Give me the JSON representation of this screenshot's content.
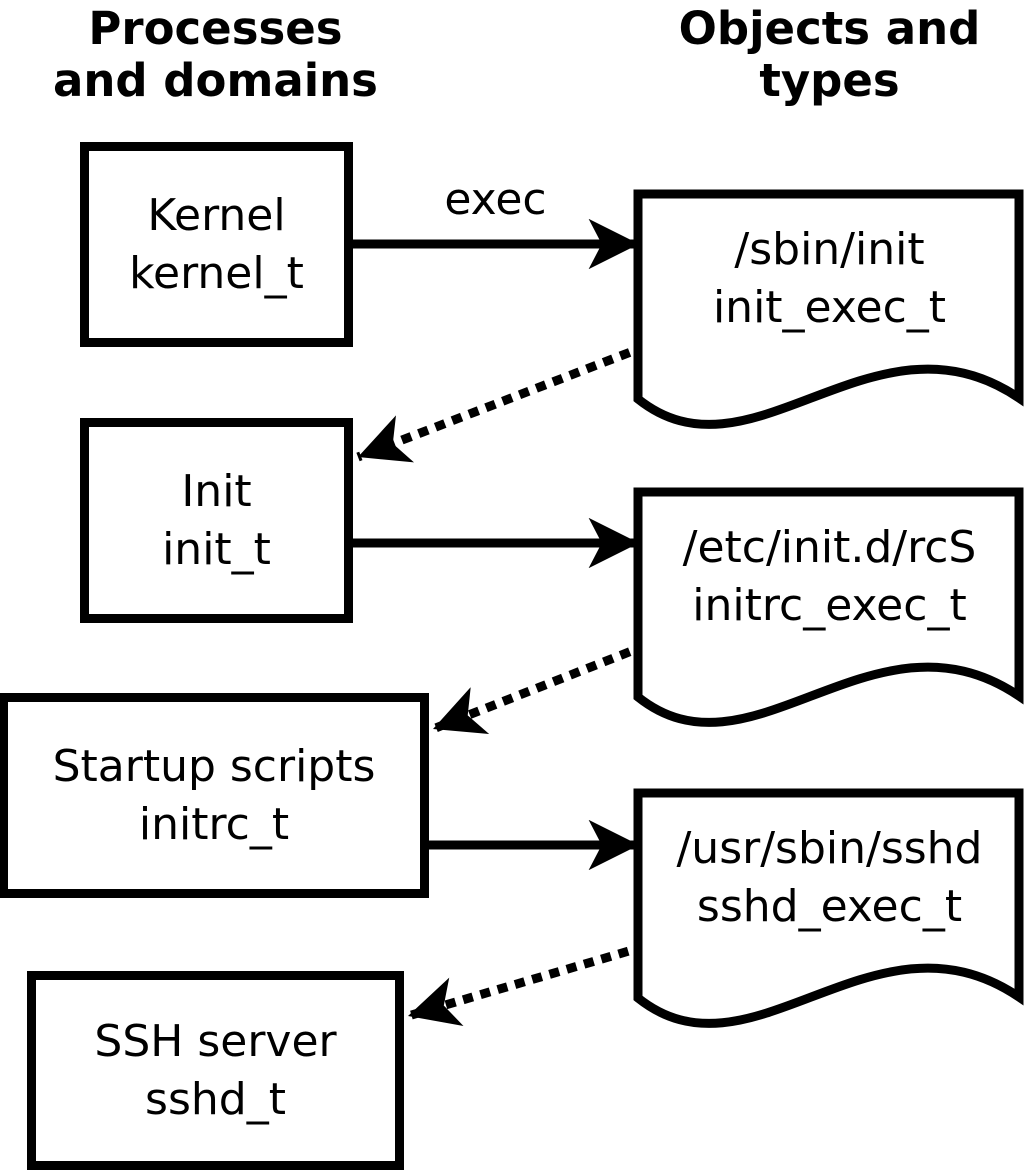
{
  "headers": {
    "left_line1": "Processes",
    "left_line2": "and domains",
    "right_line1": "Objects and",
    "right_line2": "types"
  },
  "process_nodes": [
    {
      "label": "Kernel",
      "domain": "kernel_t"
    },
    {
      "label": "Init",
      "domain": "init_t"
    },
    {
      "label": "Startup scripts",
      "domain": "initrc_t"
    },
    {
      "label": "SSH server",
      "domain": "sshd_t"
    }
  ],
  "object_nodes": [
    {
      "path": "/sbin/init",
      "type": "init_exec_t"
    },
    {
      "path": "/etc/init.d/rcS",
      "type": "initrc_exec_t"
    },
    {
      "path": "/usr/sbin/sshd",
      "type": "sshd_exec_t"
    }
  ],
  "edge_labels": {
    "exec": "exec"
  },
  "colors": {
    "ink": "#000000",
    "paper": "#ffffff"
  }
}
